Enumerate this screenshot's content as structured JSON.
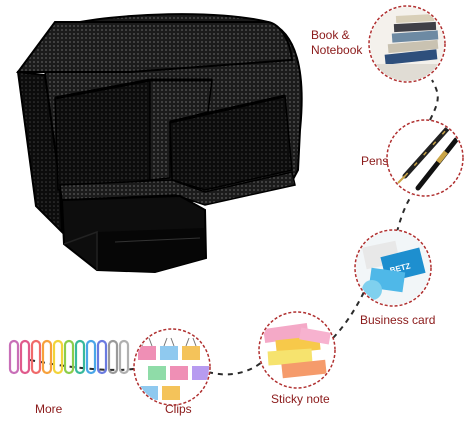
{
  "labels": {
    "book": "Book &\nNotebook",
    "pens": "Pens",
    "business_card": "Business card",
    "sticky_note": "Sticky note",
    "clips": "Clips",
    "more": "More"
  },
  "card_text": "BETZ",
  "colors": {
    "label_red": "#8b1a1a",
    "dashed_line": "#2b2b2b",
    "circle_outline": "#b03030",
    "organizer_black": "#111111"
  },
  "icons": [
    "books-image",
    "pens-image",
    "business-card-image",
    "sticky-notes-image",
    "binder-clips-image",
    "paper-clips-image",
    "desk-organizer-image"
  ]
}
